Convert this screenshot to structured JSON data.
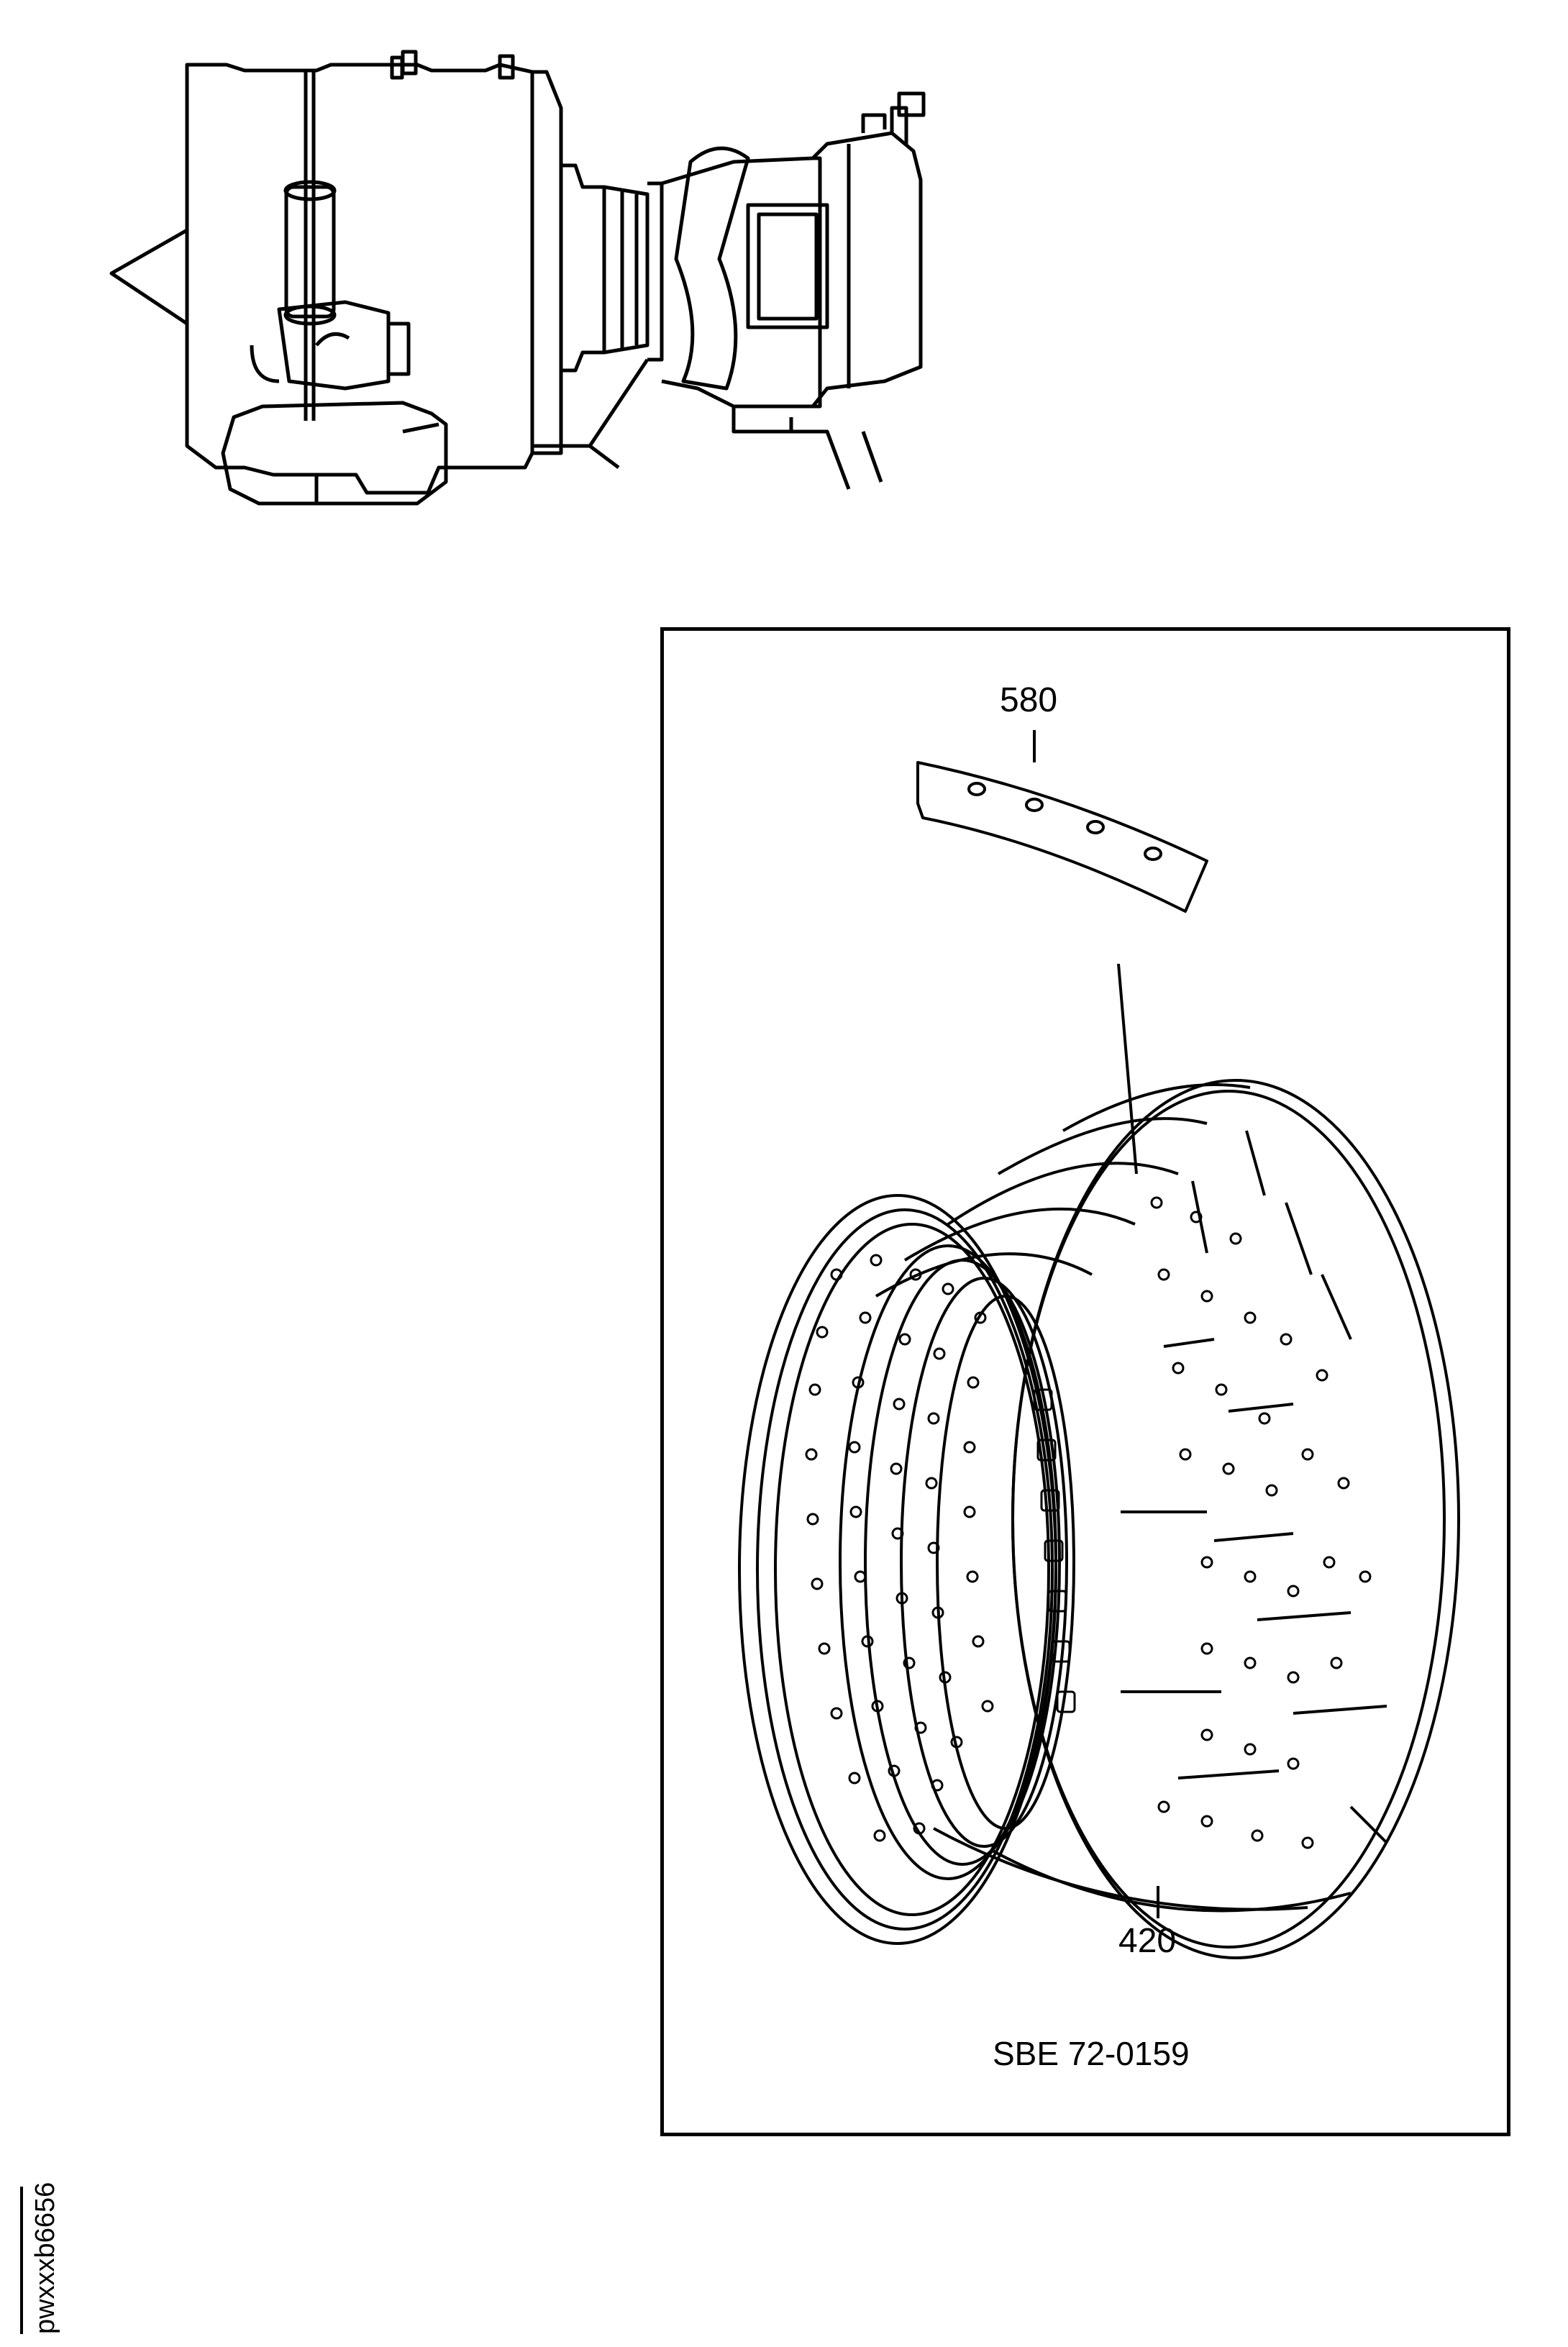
{
  "callouts": {
    "segment": "580",
    "liner": "420"
  },
  "service_bulletin": "SBE 72-0159",
  "figure_id": "pwxxxb6656"
}
